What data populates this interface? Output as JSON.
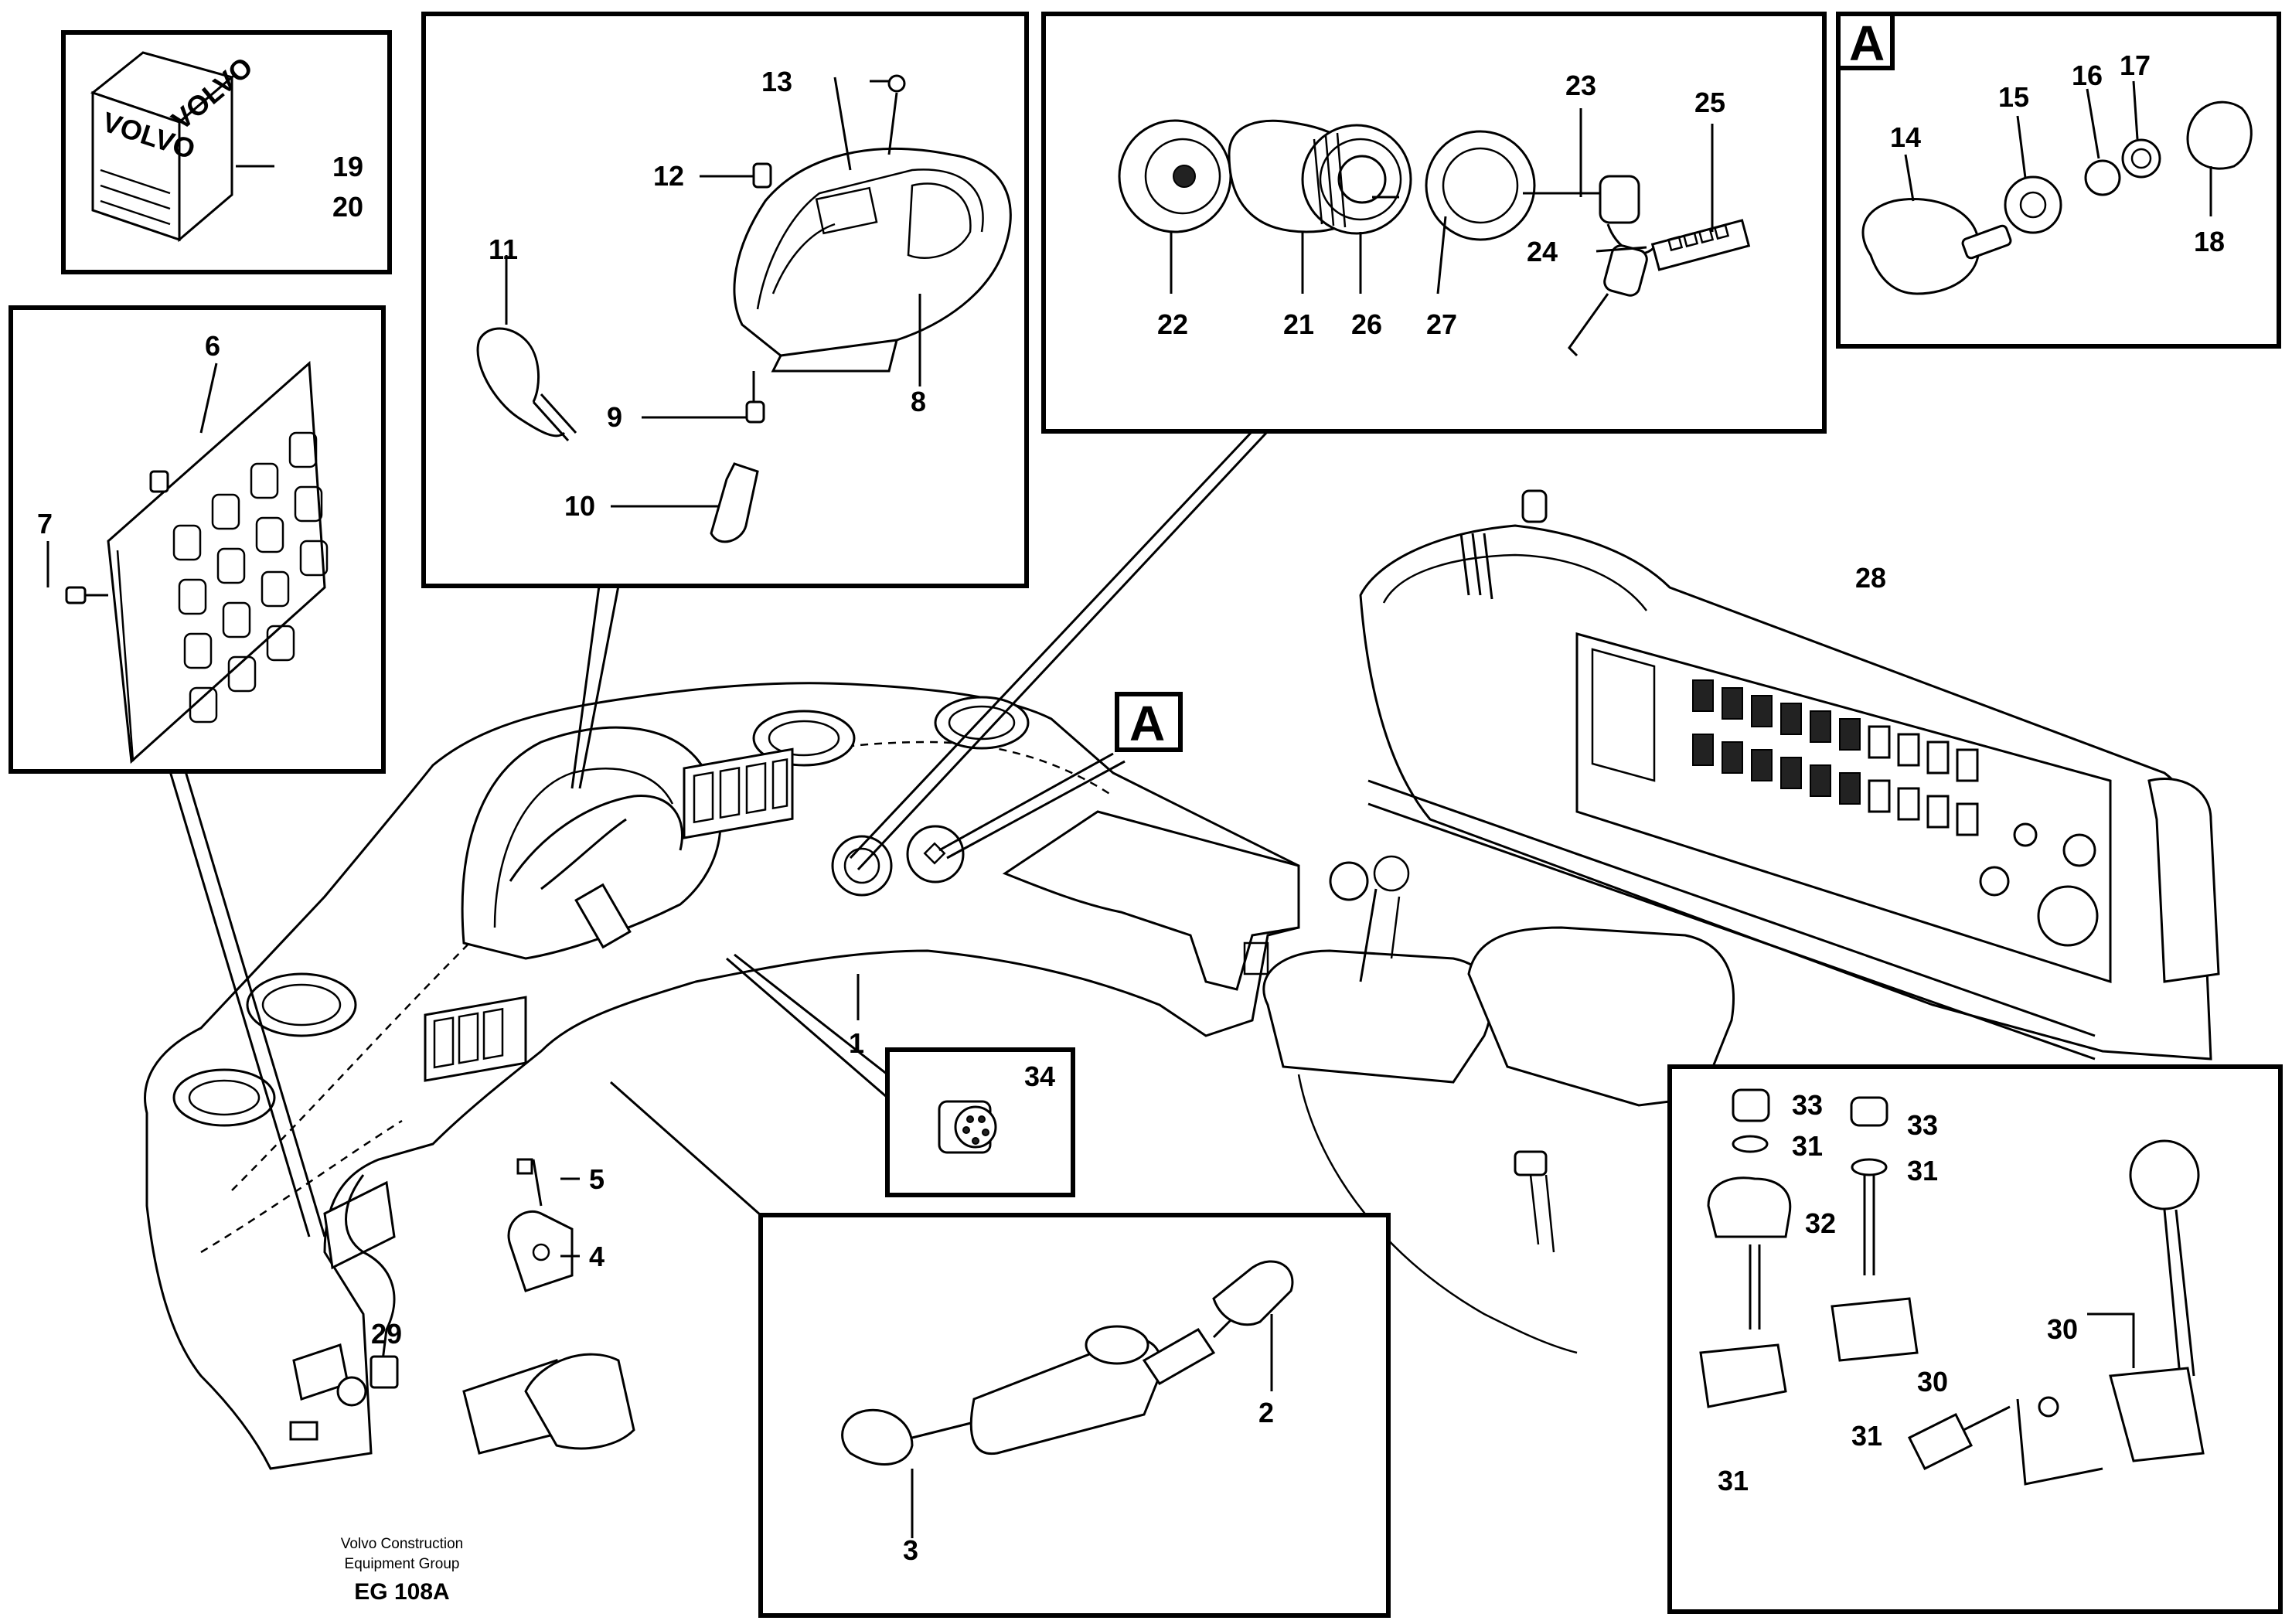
{
  "diagram": {
    "drawing_id": "EG 108A",
    "company_lines": [
      "Volvo Construction",
      "Equipment Group"
    ],
    "view_marker": "A",
    "box_label": "VOLVO",
    "callouts": {
      "c1": "1",
      "c2": "2",
      "c3": "3",
      "c4": "4",
      "c5": "5",
      "c6": "6",
      "c7": "7",
      "c8": "8",
      "c9": "9",
      "c10": "10",
      "c11": "11",
      "c12": "12",
      "c13": "13",
      "c14": "14",
      "c15": "15",
      "c16": "16",
      "c17": "17",
      "c18": "18",
      "c19": "19",
      "c20": "20",
      "c21": "21",
      "c22": "22",
      "c23": "23",
      "c24": "24",
      "c25": "25",
      "c26": "26",
      "c27": "27",
      "c28": "28",
      "c29": "29",
      "c30a": "30",
      "c30b": "30",
      "c31a": "31",
      "c31b": "31",
      "c31c": "31",
      "c31d": "31",
      "c32": "32",
      "c33a": "33",
      "c33b": "33",
      "c34": "34"
    }
  }
}
